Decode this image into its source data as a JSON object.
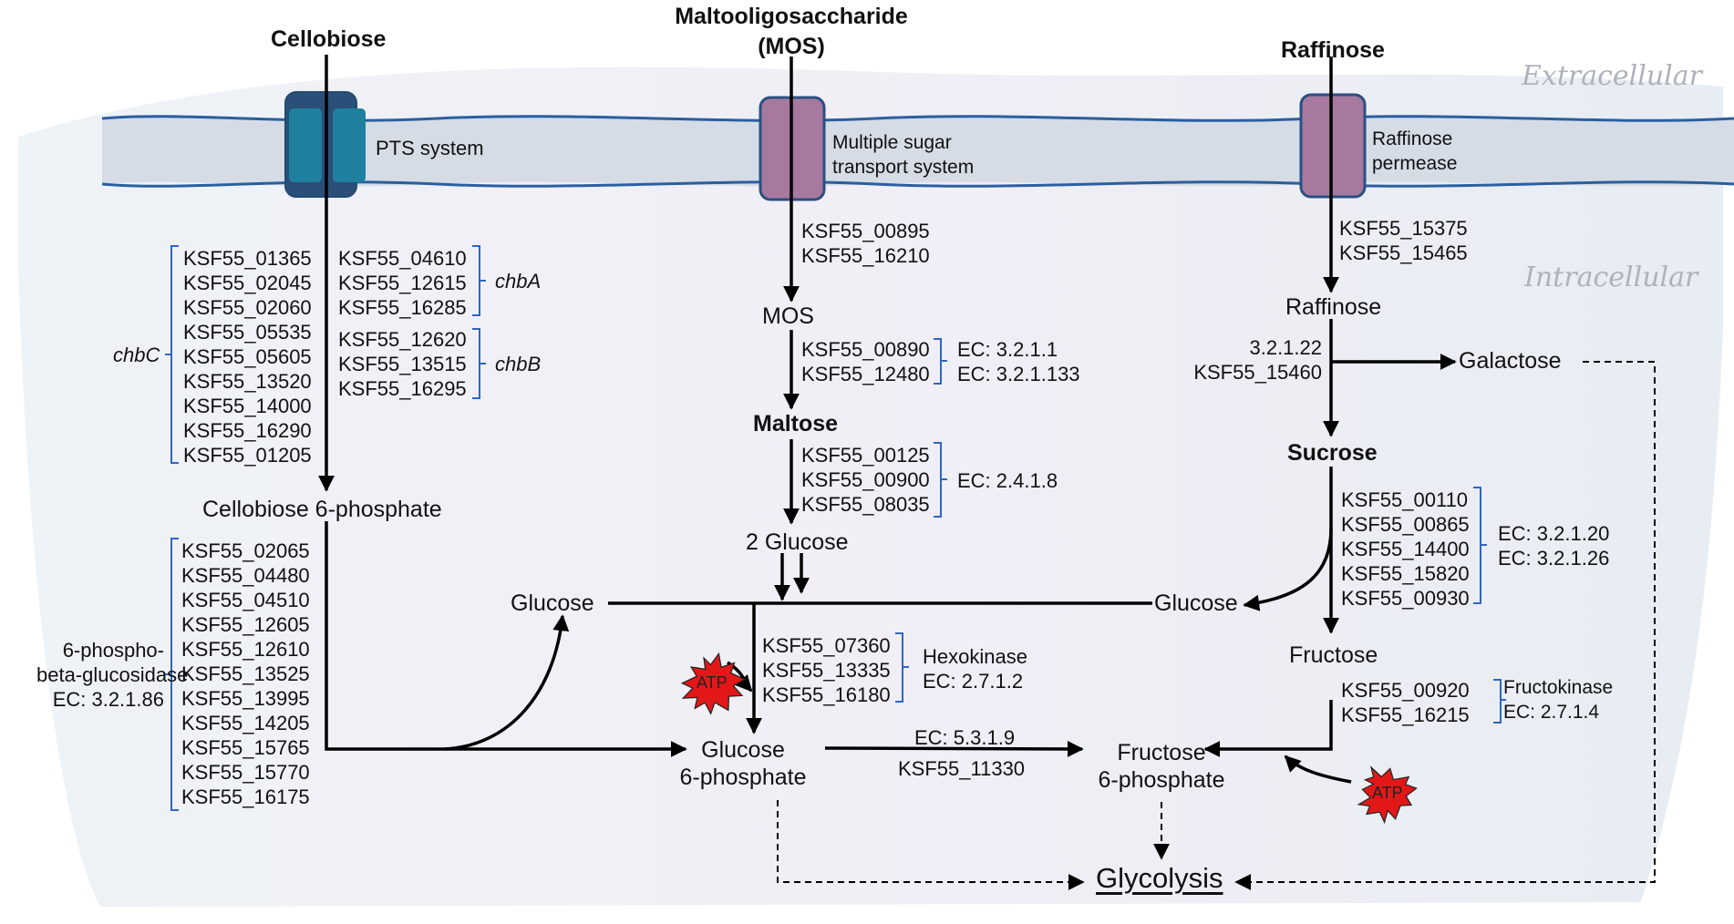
{
  "regions": {
    "extracellular": "Extracellular",
    "intracellular": "Intracellular"
  },
  "colors": {
    "membrane": "#d5dce6",
    "membrane_line": "#2a5fa0",
    "pts": "#1f7f9f",
    "permease": "#a7799f",
    "bracket": "#2f66c2",
    "atp": "#e21818",
    "arrow": "#000000"
  },
  "cellobiose": {
    "title": "Cellobiose",
    "transporter": "PTS system",
    "chbC_label": "chbC",
    "chbC_genes": [
      "KSF55_01365",
      "KSF55_02045",
      "KSF55_02060",
      "KSF55_05535",
      "KSF55_05605",
      "KSF55_13520",
      "KSF55_14000",
      "KSF55_16290",
      "KSF55_01205"
    ],
    "chbA_label": "chbA",
    "chbA_genes": [
      "KSF55_04610",
      "KSF55_12615",
      "KSF55_16285"
    ],
    "chbB_label": "chbB",
    "chbB_genes": [
      "KSF55_12620",
      "KSF55_13515",
      "KSF55_16295"
    ],
    "product": "Cellobiose 6-phosphate",
    "enzyme_lines": [
      "6-phospho-",
      "beta-glucosidase",
      "EC: 3.2.1.86"
    ],
    "glucosidase_genes": [
      "KSF55_02065",
      "KSF55_04480",
      "KSF55_04510",
      "KSF55_12605",
      "KSF55_12610",
      "KSF55_13525",
      "KSF55_13995",
      "KSF55_14205",
      "KSF55_15765",
      "KSF55_15770",
      "KSF55_16175"
    ]
  },
  "mos": {
    "title_lines": [
      "Maltooligosaccharide",
      "(MOS)"
    ],
    "transporter_lines": [
      "Multiple sugar",
      "transport system"
    ],
    "transport_genes": [
      "KSF55_00895",
      "KSF55_16210"
    ],
    "intermediate": "MOS",
    "mos_genes": [
      "KSF55_00890",
      "KSF55_12480"
    ],
    "mos_ec": [
      "EC: 3.2.1.1",
      "EC: 3.2.1.133"
    ],
    "maltose": "Maltose",
    "maltose_genes": [
      "KSF55_00125",
      "KSF55_00900",
      "KSF55_08035"
    ],
    "maltose_ec": "EC: 2.4.1.8",
    "product": "2 Glucose"
  },
  "raffinose": {
    "title": "Raffinose",
    "transporter_lines": [
      "Raffinose",
      "permease"
    ],
    "transport_genes": [
      "KSF55_15375",
      "KSF55_15465"
    ],
    "intermediate": "Raffinose",
    "galactosidase": [
      "3.2.1.22",
      "KSF55_15460"
    ],
    "galactose": "Galactose",
    "sucrose": "Sucrose",
    "sucrose_genes": [
      "KSF55_00110",
      "KSF55_00865",
      "KSF55_14400",
      "KSF55_15820",
      "KSF55_00930"
    ],
    "sucrose_ec": [
      "EC: 3.2.1.20",
      "EC: 3.2.1.26"
    ],
    "fructose": "Fructose",
    "fructokinase_genes": [
      "KSF55_00920",
      "KSF55_16215"
    ],
    "fructokinase": [
      "Fructokinase",
      "EC: 2.7.1.4"
    ]
  },
  "center": {
    "glucose_left": "Glucose",
    "glucose_right": "Glucose",
    "hexokinase_genes": [
      "KSF55_07360",
      "KSF55_13335",
      "KSF55_16180"
    ],
    "hexokinase": [
      "Hexokinase",
      "EC: 2.7.1.2"
    ],
    "g6p": [
      "Glucose",
      "6-phosphate"
    ],
    "isomerase_ec": "EC: 5.3.1.9",
    "isomerase_gene": "KSF55_11330",
    "f6p": [
      "Fructose",
      "6-phosphate"
    ],
    "glycolysis": "Glycolysis",
    "atp": "ATP"
  }
}
